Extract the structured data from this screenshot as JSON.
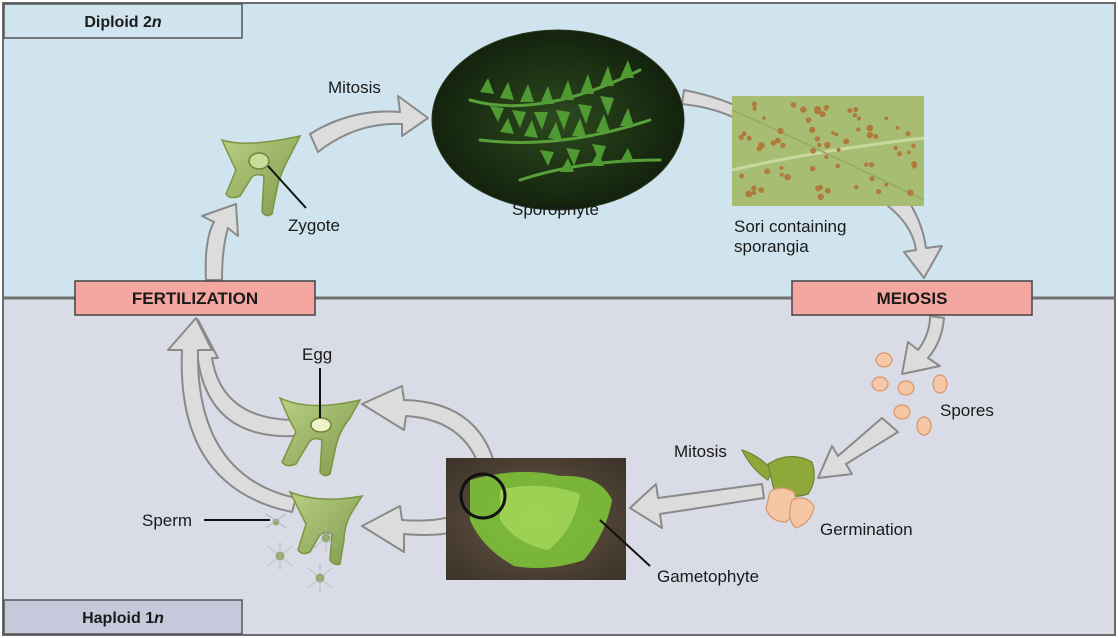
{
  "diagram": {
    "ploidy": {
      "diploid": {
        "text": "Diploid 2",
        "italic": "n"
      },
      "haploid": {
        "text": "Haploid 1",
        "italic": "n"
      }
    },
    "processes": {
      "fertilization": "FERTILIZATION",
      "meiosis": "MEIOSIS"
    },
    "labels": {
      "mitosis_top": "Mitosis",
      "mitosis_bottom": "Mitosis",
      "zygote": "Zygote",
      "sporophyte": "Sporophyte",
      "sori_line1": "Sori containing",
      "sori_line2": "sporangia",
      "spores": "Spores",
      "germination": "Germination",
      "gametophyte": "Gametophyte",
      "egg": "Egg",
      "sperm": "Sperm"
    },
    "colors": {
      "diploid_bg": "#cfe4ee",
      "haploid_bg": "#d9dce6",
      "diploid_tag": "#cfe4ee",
      "haploid_tag": "#c5c9db",
      "process_box": "#f4a7a0",
      "arrow_fill": "#dcdcdc",
      "arrow_stroke": "#8a8a8a",
      "plant_green": "#8ea83a",
      "spore": "#f6c7a4"
    }
  }
}
